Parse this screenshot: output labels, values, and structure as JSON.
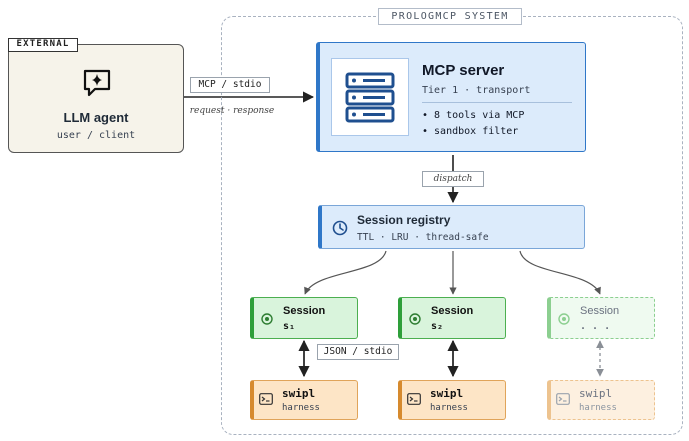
{
  "system": {
    "title": "PROLOGMCP SYSTEM"
  },
  "external": {
    "tag": "EXTERNAL",
    "agent_title": "LLM agent",
    "agent_subtitle": "user / client"
  },
  "link": {
    "protocol_label": "MCP / stdio",
    "note": "request · response"
  },
  "server": {
    "title": "MCP server",
    "subtitle": "Tier 1 · transport",
    "bullets": [
      "• 8 tools via MCP",
      "• sandbox filter"
    ]
  },
  "dispatch_label": "dispatch",
  "registry": {
    "title": "Session registry",
    "subtitle": "TTL · LRU · thread-safe"
  },
  "sessions": [
    {
      "title": "Session",
      "id": "s₁"
    },
    {
      "title": "Session",
      "id": "s₂"
    },
    {
      "title": "Session",
      "id": ". . ."
    }
  ],
  "json_label": "JSON / stdio",
  "harnesses": [
    {
      "title": "swipl",
      "subtitle": "harness"
    },
    {
      "title": "swipl",
      "subtitle": "harness"
    },
    {
      "title": "swipl",
      "subtitle": "harness"
    }
  ],
  "icons": {
    "agent": "chat-sparkle-icon",
    "server": "server-stack-icon",
    "registry": "clock-icon",
    "session": "target-icon",
    "terminal": "terminal-icon"
  },
  "colors": {
    "server_accent": "#2f77c8",
    "session_accent": "#2e9f3a",
    "harness_accent": "#d68a2e"
  }
}
